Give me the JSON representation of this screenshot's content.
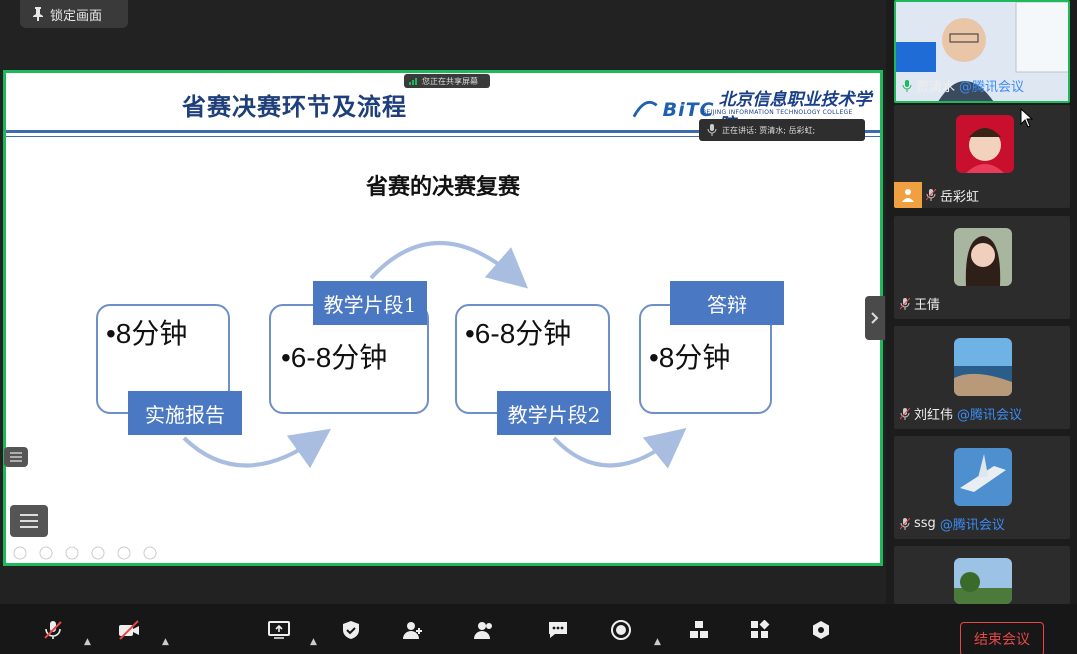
{
  "lock_label": "锁定画面",
  "share_banner": "您正在共享屏幕",
  "speaking": "正在讲话: 贾清水; 岳彩虹;",
  "slide": {
    "title": "省赛决赛环节及流程",
    "logo_mark": "BiTC",
    "logo_cn": "北京信息职业技术学院",
    "logo_en": "BEIJING INFORMATION TECHNOLOGY COLLEGE",
    "subtitle": "省赛的决赛复赛",
    "steps": [
      {
        "text": "•8分钟",
        "tag": "实施报告"
      },
      {
        "text": "•6-8分钟",
        "tag": "教学片段1"
      },
      {
        "text": "•6-8分钟",
        "tag": "教学片段2"
      },
      {
        "text": "•8分钟",
        "tag": "答辩"
      }
    ]
  },
  "participants": [
    {
      "name": "贾清水",
      "org": "@腾讯会议",
      "avatar": "video-feed"
    },
    {
      "name": "岳彩虹",
      "org": "",
      "avatar": "child-photo"
    },
    {
      "name": "王倩",
      "org": "",
      "avatar": "woman-photo"
    },
    {
      "name": "刘红伟",
      "org": "@腾讯会议",
      "avatar": "coast-photo"
    },
    {
      "name": "ssg",
      "org": "@腾讯会议",
      "avatar": "bird-photo"
    },
    {
      "name": "",
      "org": "",
      "avatar": "tree-photo"
    }
  ],
  "toolbar": {
    "icons": [
      "mic-muted-icon",
      "camera-off-icon",
      "share-screen-icon",
      "security-icon",
      "invite-icon",
      "members-icon",
      "chat-icon",
      "record-icon",
      "apps-icon",
      "layout-icon",
      "settings-icon"
    ],
    "end_label": "结束会议"
  },
  "colors": {
    "accent_green": "#1db95a",
    "tag_blue": "#4a78c2",
    "end_red": "#e34848"
  }
}
